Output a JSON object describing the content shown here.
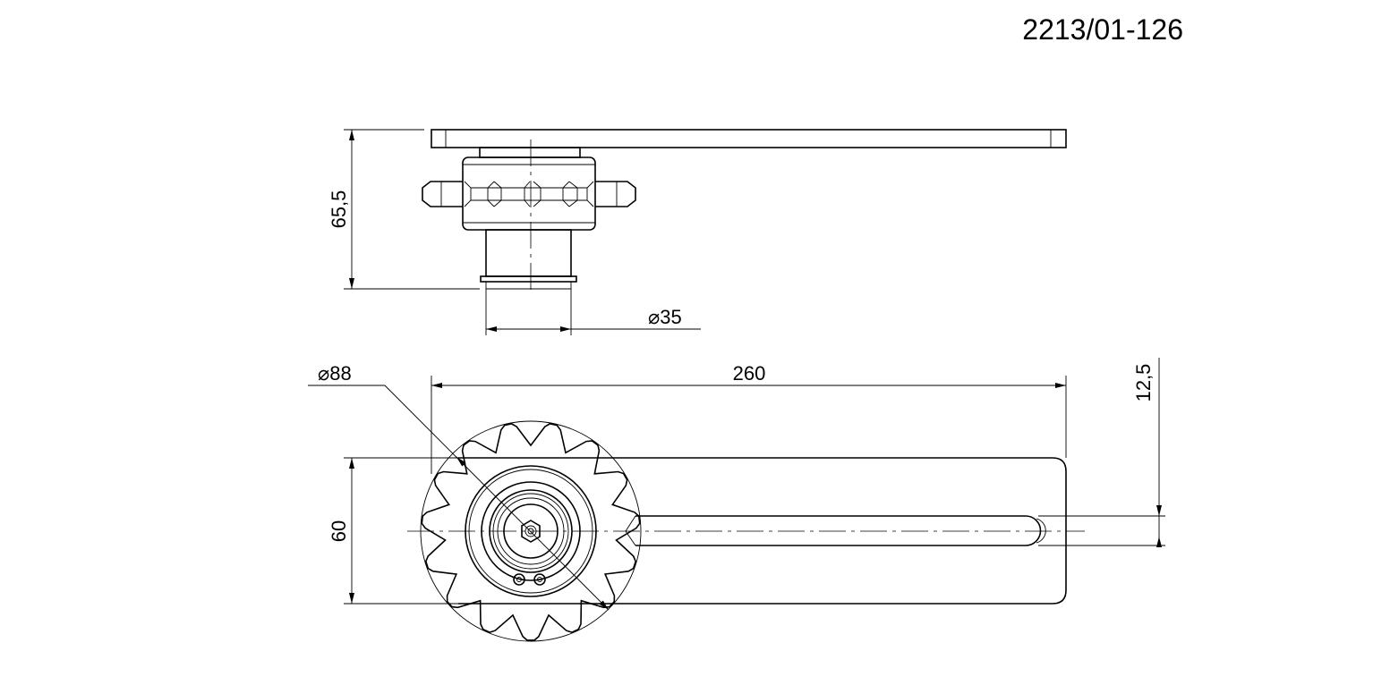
{
  "drawing_number": "2213/01-126",
  "dimensions": {
    "height_side": "65,5",
    "shaft_diameter": "35",
    "sprocket_diameter": "88",
    "arm_length": "260",
    "arm_width": "60",
    "slot_width": "12,5"
  },
  "diameter_symbol": "⌀"
}
